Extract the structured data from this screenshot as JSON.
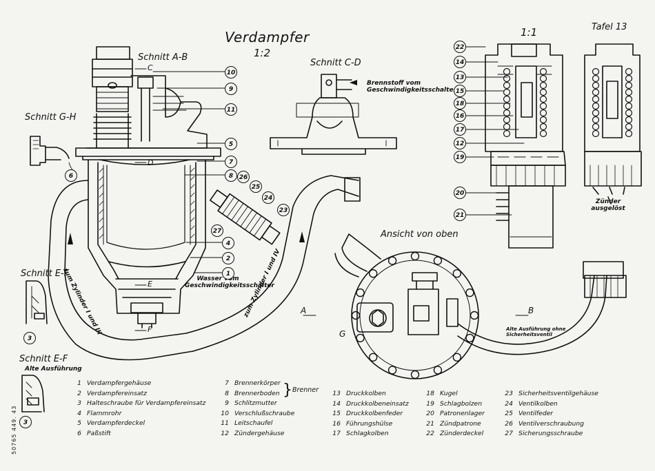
{
  "title": "Verdampfer",
  "scale_main": "1:2",
  "scale_detail": "1:1",
  "plate": "Tafel 13",
  "sections": {
    "ab": "Schnitt A-B",
    "cd": "Schnitt C-D",
    "gh": "Schnitt G-H",
    "ef": "Schnitt E-F",
    "ef_old": "Schnitt E-F",
    "ef_old_sub": "Alte Ausführung",
    "top_view": "Ansicht von oben"
  },
  "callouts": {
    "brennstoff": "Brennstoff vom Geschwindigkeitsschalter",
    "wasser": "Wasser vom Geschwindigkeitsschalter",
    "zyl_1_3": "zum Zylinder I und III",
    "zyl_1_4": "zum Zylinder I und IV",
    "zuender": "Zünder ausgelöst",
    "alte_ausf": "Alte Ausführung ohne Sicherheitsventil"
  },
  "cut_marks": {
    "c": "C",
    "d": "D",
    "e": "E",
    "f": "F",
    "a": "A",
    "b": "B",
    "g": "G"
  },
  "side_code": "50765 449. 43",
  "legend_group_label": "Brenner",
  "legend": {
    "col1": [
      {
        "n": "1",
        "t": "Verdampfergehäuse"
      },
      {
        "n": "2",
        "t": "Verdampfereinsatz"
      },
      {
        "n": "3",
        "t": "Halteschraube für Verdampfereinsatz"
      },
      {
        "n": "4",
        "t": "Flammrohr"
      },
      {
        "n": "5",
        "t": "Verdampferdeckel"
      },
      {
        "n": "6",
        "t": "Paßstift"
      }
    ],
    "col2": [
      {
        "n": "7",
        "t": "Brennerkörper"
      },
      {
        "n": "8",
        "t": "Brennerboden"
      },
      {
        "n": "9",
        "t": "Schlitzmutter"
      },
      {
        "n": "10",
        "t": "Verschlußschraube"
      },
      {
        "n": "11",
        "t": "Leitschaufel"
      },
      {
        "n": "12",
        "t": "Zündergehäuse"
      }
    ],
    "col3": [
      {
        "n": "13",
        "t": "Druckkolben"
      },
      {
        "n": "14",
        "t": "Druckkolbeneinsatz"
      },
      {
        "n": "15",
        "t": "Druckkolbenfeder"
      },
      {
        "n": "16",
        "t": "Führungshülse"
      },
      {
        "n": "17",
        "t": "Schlagkolben"
      }
    ],
    "col4": [
      {
        "n": "18",
        "t": "Kugel"
      },
      {
        "n": "19",
        "t": "Schlagbolzen"
      },
      {
        "n": "20",
        "t": "Patronenlager"
      },
      {
        "n": "21",
        "t": "Zündpatrone"
      },
      {
        "n": "22",
        "t": "Zünderdeckel"
      }
    ],
    "col5": [
      {
        "n": "23",
        "t": "Sicherheitsventilgehäuse"
      },
      {
        "n": "24",
        "t": "Ventilkolben"
      },
      {
        "n": "25",
        "t": "Ventilfeder"
      },
      {
        "n": "26",
        "t": "Ventilverschraubung"
      },
      {
        "n": "27",
        "t": "Sicherungsschraube"
      }
    ]
  },
  "bubbles_main": [
    "10",
    "9",
    "11",
    "5",
    "7",
    "8",
    "4",
    "2",
    "1",
    "6",
    "26",
    "25",
    "24",
    "23",
    "27",
    "3",
    "3"
  ],
  "bubbles_detail": [
    "22",
    "14",
    "13",
    "15",
    "18",
    "16",
    "17",
    "12",
    "19",
    "20",
    "21"
  ]
}
